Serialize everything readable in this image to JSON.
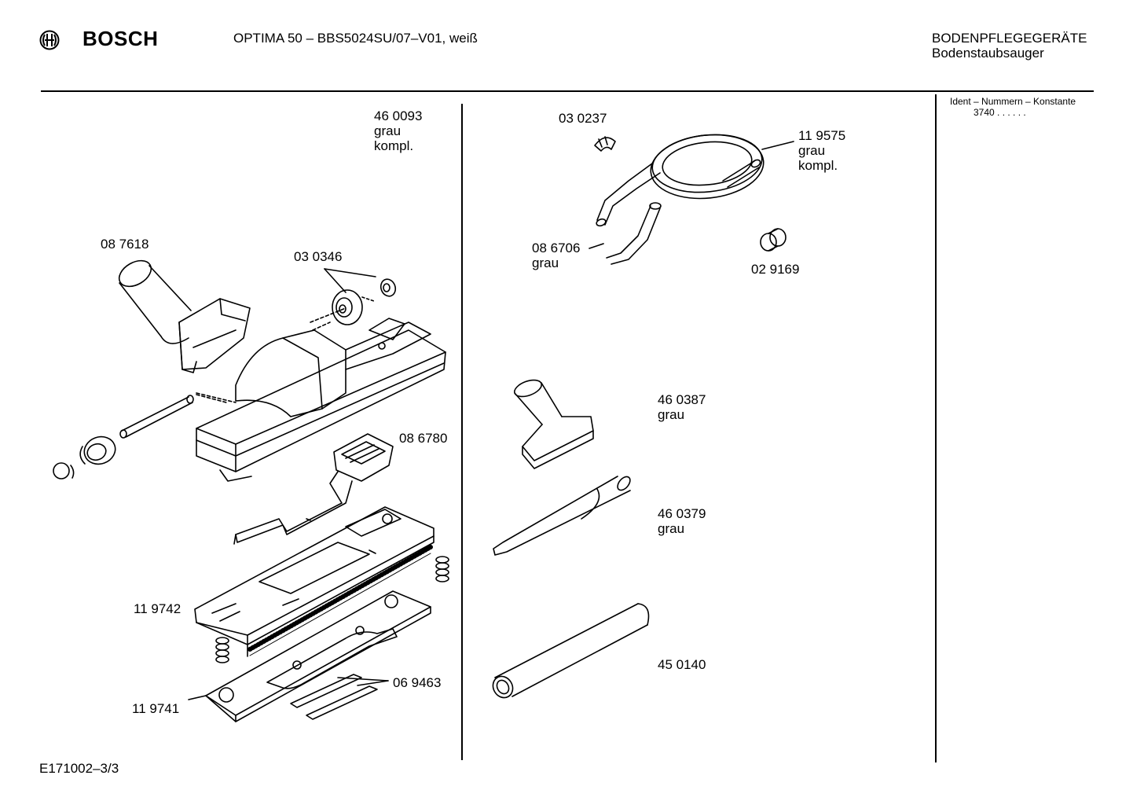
{
  "header": {
    "brand": "BOSCH",
    "title": "OPTIMA 50 – BBS5024SU/07–V01, weiß",
    "category_line1": "BODENPFLEGEGERÄTE",
    "category_line2": "Bodenstaubsauger"
  },
  "ident": {
    "label": "Ident – Nummern – Konstante",
    "code": "3740  . .   . . . ."
  },
  "parts": [
    {
      "id": "p460093",
      "lines": [
        "46 0093",
        "grau",
        "kompl."
      ]
    },
    {
      "id": "p087618",
      "lines": [
        "08 7618"
      ]
    },
    {
      "id": "p030346",
      "lines": [
        "03 0346"
      ]
    },
    {
      "id": "p086780",
      "lines": [
        "08 6780"
      ]
    },
    {
      "id": "p119742",
      "lines": [
        "11 9742"
      ]
    },
    {
      "id": "p069463",
      "lines": [
        "06 9463"
      ]
    },
    {
      "id": "p119741",
      "lines": [
        "11 9741"
      ]
    },
    {
      "id": "p030237",
      "lines": [
        "03 0237"
      ]
    },
    {
      "id": "p119575",
      "lines": [
        "11 9575",
        "grau",
        "kompl."
      ]
    },
    {
      "id": "p086706",
      "lines": [
        "08 6706",
        "grau"
      ]
    },
    {
      "id": "p029169",
      "lines": [
        "02 9169"
      ]
    },
    {
      "id": "p460387",
      "lines": [
        "46 0387",
        "grau"
      ]
    },
    {
      "id": "p460379",
      "lines": [
        "46 0379",
        "grau"
      ]
    },
    {
      "id": "p450140",
      "lines": [
        "45 0140"
      ]
    }
  ],
  "footer": {
    "code": "E171002–3/3"
  }
}
